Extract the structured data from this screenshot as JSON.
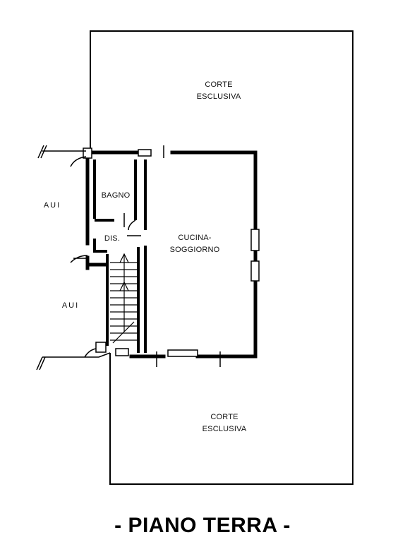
{
  "plan": {
    "rooms": {
      "corte_top_1": "CORTE",
      "corte_top_2": "ESCLUSIVA",
      "corte_bottom_1": "CORTE",
      "corte_bottom_2": "ESCLUSIVA",
      "bagno": "BAGNO",
      "dis": "DIS.",
      "cucina_1": "CUCINA-",
      "cucina_2": "SOGGIORNO",
      "aui_top": "AUI",
      "aui_bottom": "AUI"
    },
    "title": "- PIANO TERRA -"
  }
}
